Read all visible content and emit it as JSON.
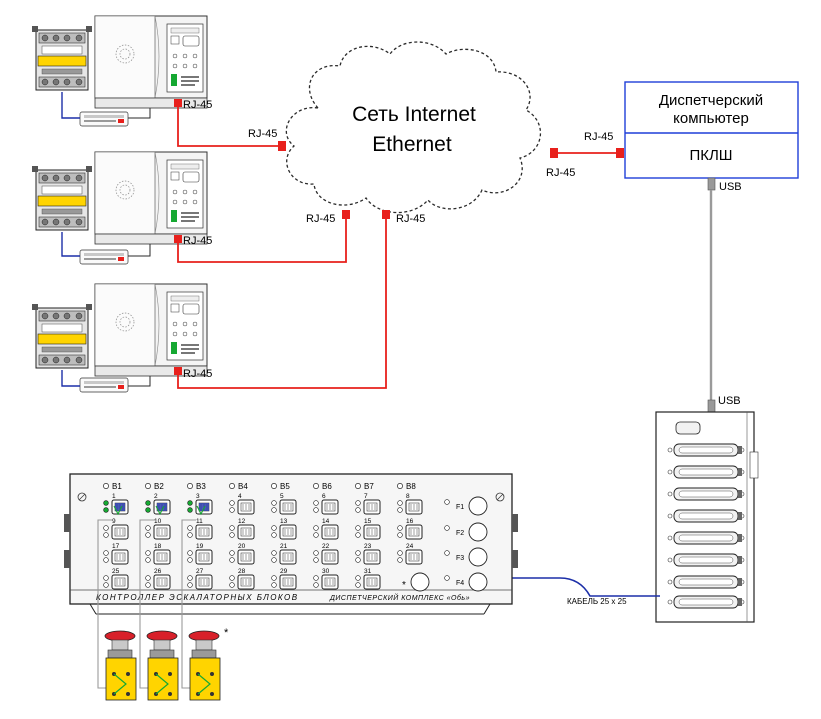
{
  "network": {
    "cloud_line1": "Сеть Internet",
    "cloud_line2": "Ethernet",
    "rj45": "RJ-45",
    "usb": "USB"
  },
  "dispatcher": {
    "computer_line1": "Диспетчерский",
    "computer_line2": "компьютер",
    "adapter": "ПКЛШ"
  },
  "controller": {
    "title_left": "КОНТРОЛЛЕР ЭСКАЛАТОРНЫХ БЛОКОВ",
    "title_right": "ДИСПЕТЧЕРСКИЙ КОМПЛЕКС «Обь»",
    "block_labels": [
      "B1",
      "B2",
      "B3",
      "B4",
      "B5",
      "B6",
      "B7",
      "B8"
    ],
    "port_numbers": [
      "1",
      "2",
      "3",
      "4",
      "5",
      "6",
      "7",
      "8",
      "9",
      "10",
      "11",
      "12",
      "13",
      "14",
      "15",
      "16",
      "17",
      "18",
      "19",
      "20",
      "21",
      "22",
      "23",
      "24",
      "25",
      "26",
      "27",
      "28",
      "29",
      "30",
      "31"
    ],
    "function_labels": [
      "F1",
      "F2",
      "F3",
      "F4"
    ],
    "asterisk": "*"
  },
  "cable": {
    "label": "КАБЕЛЬ 25 х 25"
  },
  "colors": {
    "ethernet": "#e8201c",
    "connector": "#e8201c",
    "line_dark": "#2a2a2a",
    "usb_cable": "#9a9a9a",
    "cable_blue": "#1c2fa8",
    "yellow": "#ffd400",
    "green": "#16a832",
    "button_red": "#d8202a"
  }
}
